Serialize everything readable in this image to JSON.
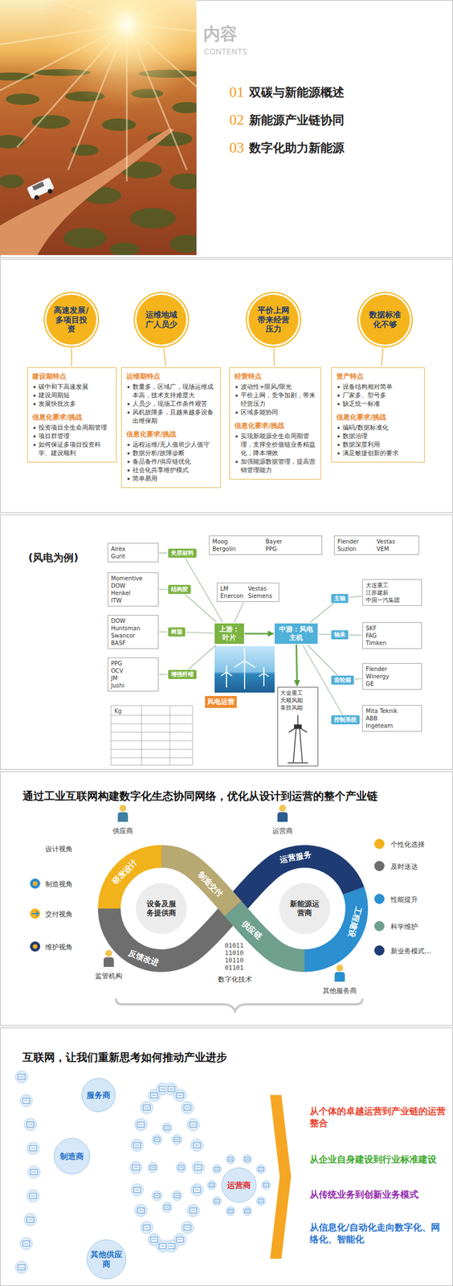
{
  "diagram": {
    "nodes": [
      {
        "text": [
          "高速发展/多项目投资"
        ]
      },
      {
        "text": [
          "运维地域广人员少"
        ]
      },
      {
        "text": [
          "平价上网带来经营压力"
        ]
      },
      {
        "text": [
          "数据标准化不够"
        ]
      },
      {
        "text": [
          "建设期特点",
          "碳中和下高速发展",
          "建设周期短",
          "发展快批次多",
          "信息化要求/挑战",
          "投资项目全生命周期管理",
          "项目群管理",
          "如何保证多项目投资科学、建设顺利"
        ]
      },
      {
        "text": [
          "运维期特点",
          "数量多，区域广，现场运维成本高，技术支持难度大",
          "人员少，现场工作条件艰苦",
          "风机故障多，且越来越多设备出维保期",
          "信息化要求/挑战",
          "远程运维/无人值班少人值守",
          "数据分析/故障诊断",
          "备品备件/供应链优化",
          "社会化共享维护模式",
          "简单易用"
        ]
      },
      {
        "text": [
          "经营特点",
          "波动性+限风/限光",
          "平价上网，竞争加剧，带来经营压力",
          "区域多能协同",
          "信息化要求/挑战",
          "实现新能源全生命周期管理，支撑全价值链业务精益化，降本增效",
          "加强能源数据管理，提高营销管理能力"
        ]
      },
      {
        "text": [
          "资产特点",
          "设备结构相对简单",
          "厂家多、型号多",
          "缺乏统一标准",
          "信息化要求/挑战",
          "编码/数据标准化",
          "数据治理",
          "数据深度利用",
          "满足敏捷创新的要求"
        ]
      },
      {
        "text": [
          "Moog",
          "Bayer",
          "Bergolin",
          "PPG"
        ]
      },
      {
        "text": [
          "Flender",
          "Vestas",
          "Suzlon",
          "VEM"
        ]
      },
      {
        "text": [
          "Airex",
          "Gurit"
        ]
      },
      {
        "text": [
          "夹层材料"
        ]
      },
      {
        "text": [
          "Momentive",
          "DOW",
          "Henkel",
          "ITW"
        ]
      },
      {
        "text": [
          "结构胶"
        ]
      },
      {
        "text": [
          "DOW",
          "Huntsman",
          "Swancor",
          "BASF"
        ]
      },
      {
        "text": [
          "树脂"
        ]
      },
      {
        "text": [
          "PPG",
          "OCV",
          "JM",
          "Jushi"
        ]
      },
      {
        "text": [
          "增强纤维"
        ]
      },
      {
        "text": [
          "LM",
          "Vestas",
          "Enercon",
          "Siemens"
        ]
      },
      {
        "text": [
          "上游：叶片"
        ]
      },
      {
        "text": [
          "中游：风电主机"
        ]
      },
      {
        "text": [
          "主轴"
        ]
      },
      {
        "text": [
          "大连重工",
          "江苏建新",
          "中国一汽集团"
        ]
      },
      {
        "text": [
          "轴承"
        ]
      },
      {
        "text": [
          "SKF",
          "FAG",
          "Timken"
        ]
      },
      {
        "text": [
          "齿轮箱"
        ]
      },
      {
        "text": [
          "Flender",
          "Winergy",
          "GE"
        ]
      },
      {
        "text": [
          "控制系统"
        ]
      },
      {
        "text": [
          "Mita Teknik",
          "ABB",
          "Ingeteam"
        ]
      },
      {
        "text": [
          "风电运营"
        ]
      },
      {
        "text": [
          "大金重工",
          "天顺风能",
          "泰胜风能"
        ]
      },
      {
        "text": [
          "设备及服务提供商"
        ]
      },
      {
        "text": [
          "新能源运营商"
        ]
      },
      {
        "text": [
          "研发设计"
        ]
      },
      {
        "text": [
          "制造交付"
        ]
      },
      {
        "text": [
          "供应链"
        ]
      },
      {
        "text": [
          "运营服务"
        ]
      },
      {
        "text": [
          "工程建设"
        ]
      },
      {
        "text": [
          "反馈改进"
        ]
      },
      {
        "text": [
          "服务商"
        ]
      },
      {
        "text": [
          "制造商"
        ]
      },
      {
        "text": [
          "其他供应商"
        ]
      },
      {
        "text": [
          "运营商"
        ]
      }
    ],
    "edges": [
      {
        "from": 0,
        "to": 4,
        "arrow": "none"
      },
      {
        "from": 1,
        "to": 5,
        "arrow": "none"
      },
      {
        "from": 2,
        "to": 6,
        "arrow": "none"
      },
      {
        "from": 3,
        "to": 7,
        "arrow": "none"
      },
      {
        "from": 10,
        "to": 11,
        "arrow": "none"
      },
      {
        "from": 12,
        "to": 13,
        "arrow": "none"
      },
      {
        "from": 14,
        "to": 15,
        "arrow": "none"
      },
      {
        "from": 16,
        "to": 17,
        "arrow": "none"
      },
      {
        "from": 11,
        "to": 19,
        "arrow": "none"
      },
      {
        "from": 13,
        "to": 19,
        "arrow": "none"
      },
      {
        "from": 15,
        "to": 19,
        "arrow": "none"
      },
      {
        "from": 17,
        "to": 19,
        "arrow": "none"
      },
      {
        "from": 18,
        "to": 19,
        "arrow": "none"
      },
      {
        "from": 19,
        "to": 20,
        "arrow": "to"
      },
      {
        "from": 21,
        "to": 20,
        "arrow": "none"
      },
      {
        "from": 23,
        "to": 20,
        "arrow": "none"
      },
      {
        "from": 25,
        "to": 20,
        "arrow": "none"
      },
      {
        "from": 27,
        "to": 20,
        "arrow": "none"
      },
      {
        "from": 22,
        "to": 21,
        "arrow": "none"
      },
      {
        "from": 24,
        "to": 23,
        "arrow": "none"
      },
      {
        "from": 26,
        "to": 25,
        "arrow": "none"
      },
      {
        "from": 28,
        "to": 27,
        "arrow": "none"
      },
      {
        "from": 20,
        "to": 30,
        "arrow": "to"
      }
    ],
    "labels": [
      "内容",
      "CONTENTS",
      "01",
      "双碳与新能源概述",
      "02",
      "新能源产业链协同",
      "03",
      "数字化助力新能源",
      "(风电为例)",
      "Kg",
      "通过工业互联网构建数字化生态协同网络，优化从设计到运营的整个产业链",
      "供应商",
      "运营商",
      "设计视角",
      "制造视角",
      "交付视角",
      "维护视角",
      "个性化选择",
      "及时送达",
      "性能提升",
      "科学维护",
      "新业务模式...",
      "01011 11010 10110 01101",
      "数字化技术",
      "监管机构",
      "其他服务商",
      "互联网，让我们重新思考如何推动产业进步",
      "从个体的卓越运营到产业链的运营整合",
      "从企业自身建设到行业标准建设",
      "从传统业务到创新业务模式",
      "从信息化/自动化走向数字化、网络化、智能化"
    ]
  }
}
